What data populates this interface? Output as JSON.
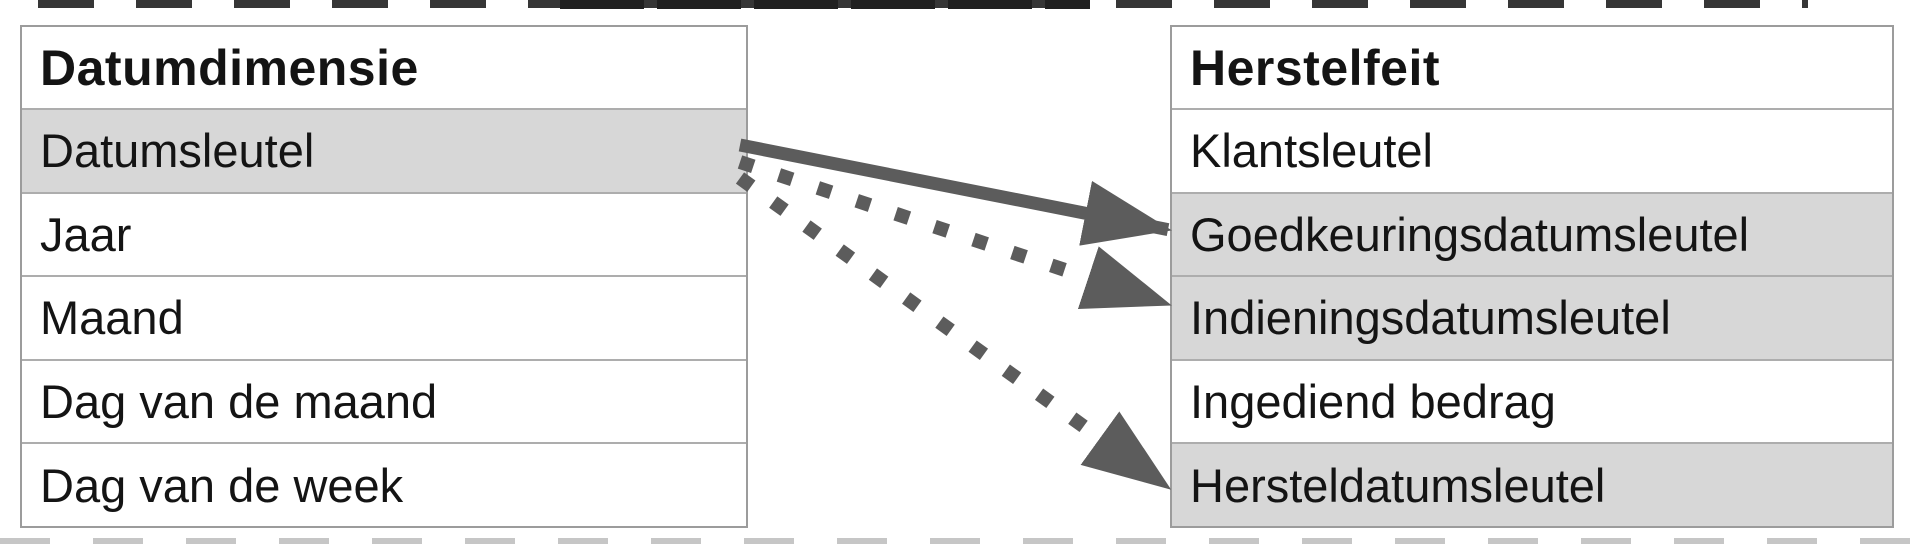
{
  "diagram": {
    "tables": [
      {
        "id": "datumdimensie",
        "title": "Datumdimensie",
        "rows": [
          {
            "label": "Datumsleutel",
            "highlighted": true
          },
          {
            "label": "Jaar",
            "highlighted": false
          },
          {
            "label": "Maand",
            "highlighted": false
          },
          {
            "label": "Dag van de maand",
            "highlighted": false
          },
          {
            "label": "Dag van de week",
            "highlighted": false
          }
        ]
      },
      {
        "id": "herstelfeit",
        "title": "Herstelfeit",
        "rows": [
          {
            "label": "Klantsleutel",
            "highlighted": false
          },
          {
            "label": "Goedkeuringsdatumsleutel",
            "highlighted": true
          },
          {
            "label": "Indieningsdatumsleutel",
            "highlighted": true
          },
          {
            "label": "Ingediend bedrag",
            "highlighted": false
          },
          {
            "label": "Hersteldatumsleutel",
            "highlighted": true
          }
        ]
      }
    ],
    "relationships": [
      {
        "from": "Datumsleutel",
        "to": "Goedkeuringsdatumsleutel",
        "line_style": "solid"
      },
      {
        "from": "Datumsleutel",
        "to": "Indieningsdatumsleutel",
        "line_style": "dotted"
      },
      {
        "from": "Datumsleutel",
        "to": "Hersteldatumsleutel",
        "line_style": "dotted"
      }
    ],
    "colors": {
      "highlight_row": "#d7d7d7",
      "default_row": "#ffffff",
      "arrow": "#5c5c5c",
      "table_border": "#9c9c9c",
      "row_divider": "#adadad",
      "text": "#141414"
    }
  }
}
